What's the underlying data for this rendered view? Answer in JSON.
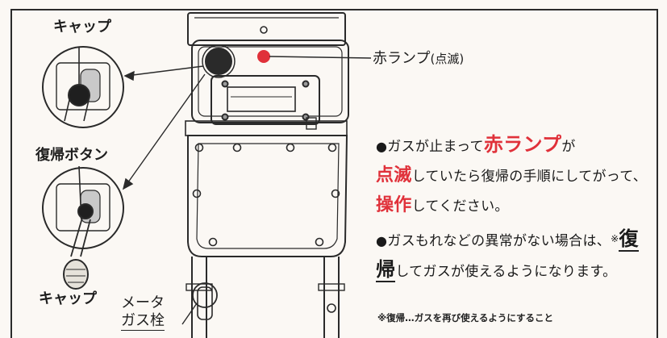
{
  "labels": {
    "cap_top": "キャップ",
    "reset_button": "復帰ボタン",
    "cap_bottom": "キャップ",
    "meter_valve_line1": "メータ",
    "meter_valve_line2": "ガス栓",
    "red_lamp_main": "赤ランプ",
    "red_lamp_paren": "(点滅)"
  },
  "instructions": {
    "bullet": "●",
    "p1_a": "ガスが止まって",
    "p1_red": "赤ランプ",
    "p1_b": "が",
    "p1_red2": "点滅",
    "p1_c": "していたら復帰の手順にしてがって、",
    "p1_red3": "操作",
    "p1_d": "してください。",
    "p2_a": "ガスもれなどの異常がない場合は、",
    "p2_mark": "※",
    "p2_reset": "復帰",
    "p2_b": "してガスが使えるようになります。"
  },
  "footnote": "※復帰…ガスを再び使えるようにすること",
  "colors": {
    "accent_red": "#e0313a",
    "line": "#2a2a2a",
    "background": "#fbf8f4"
  }
}
